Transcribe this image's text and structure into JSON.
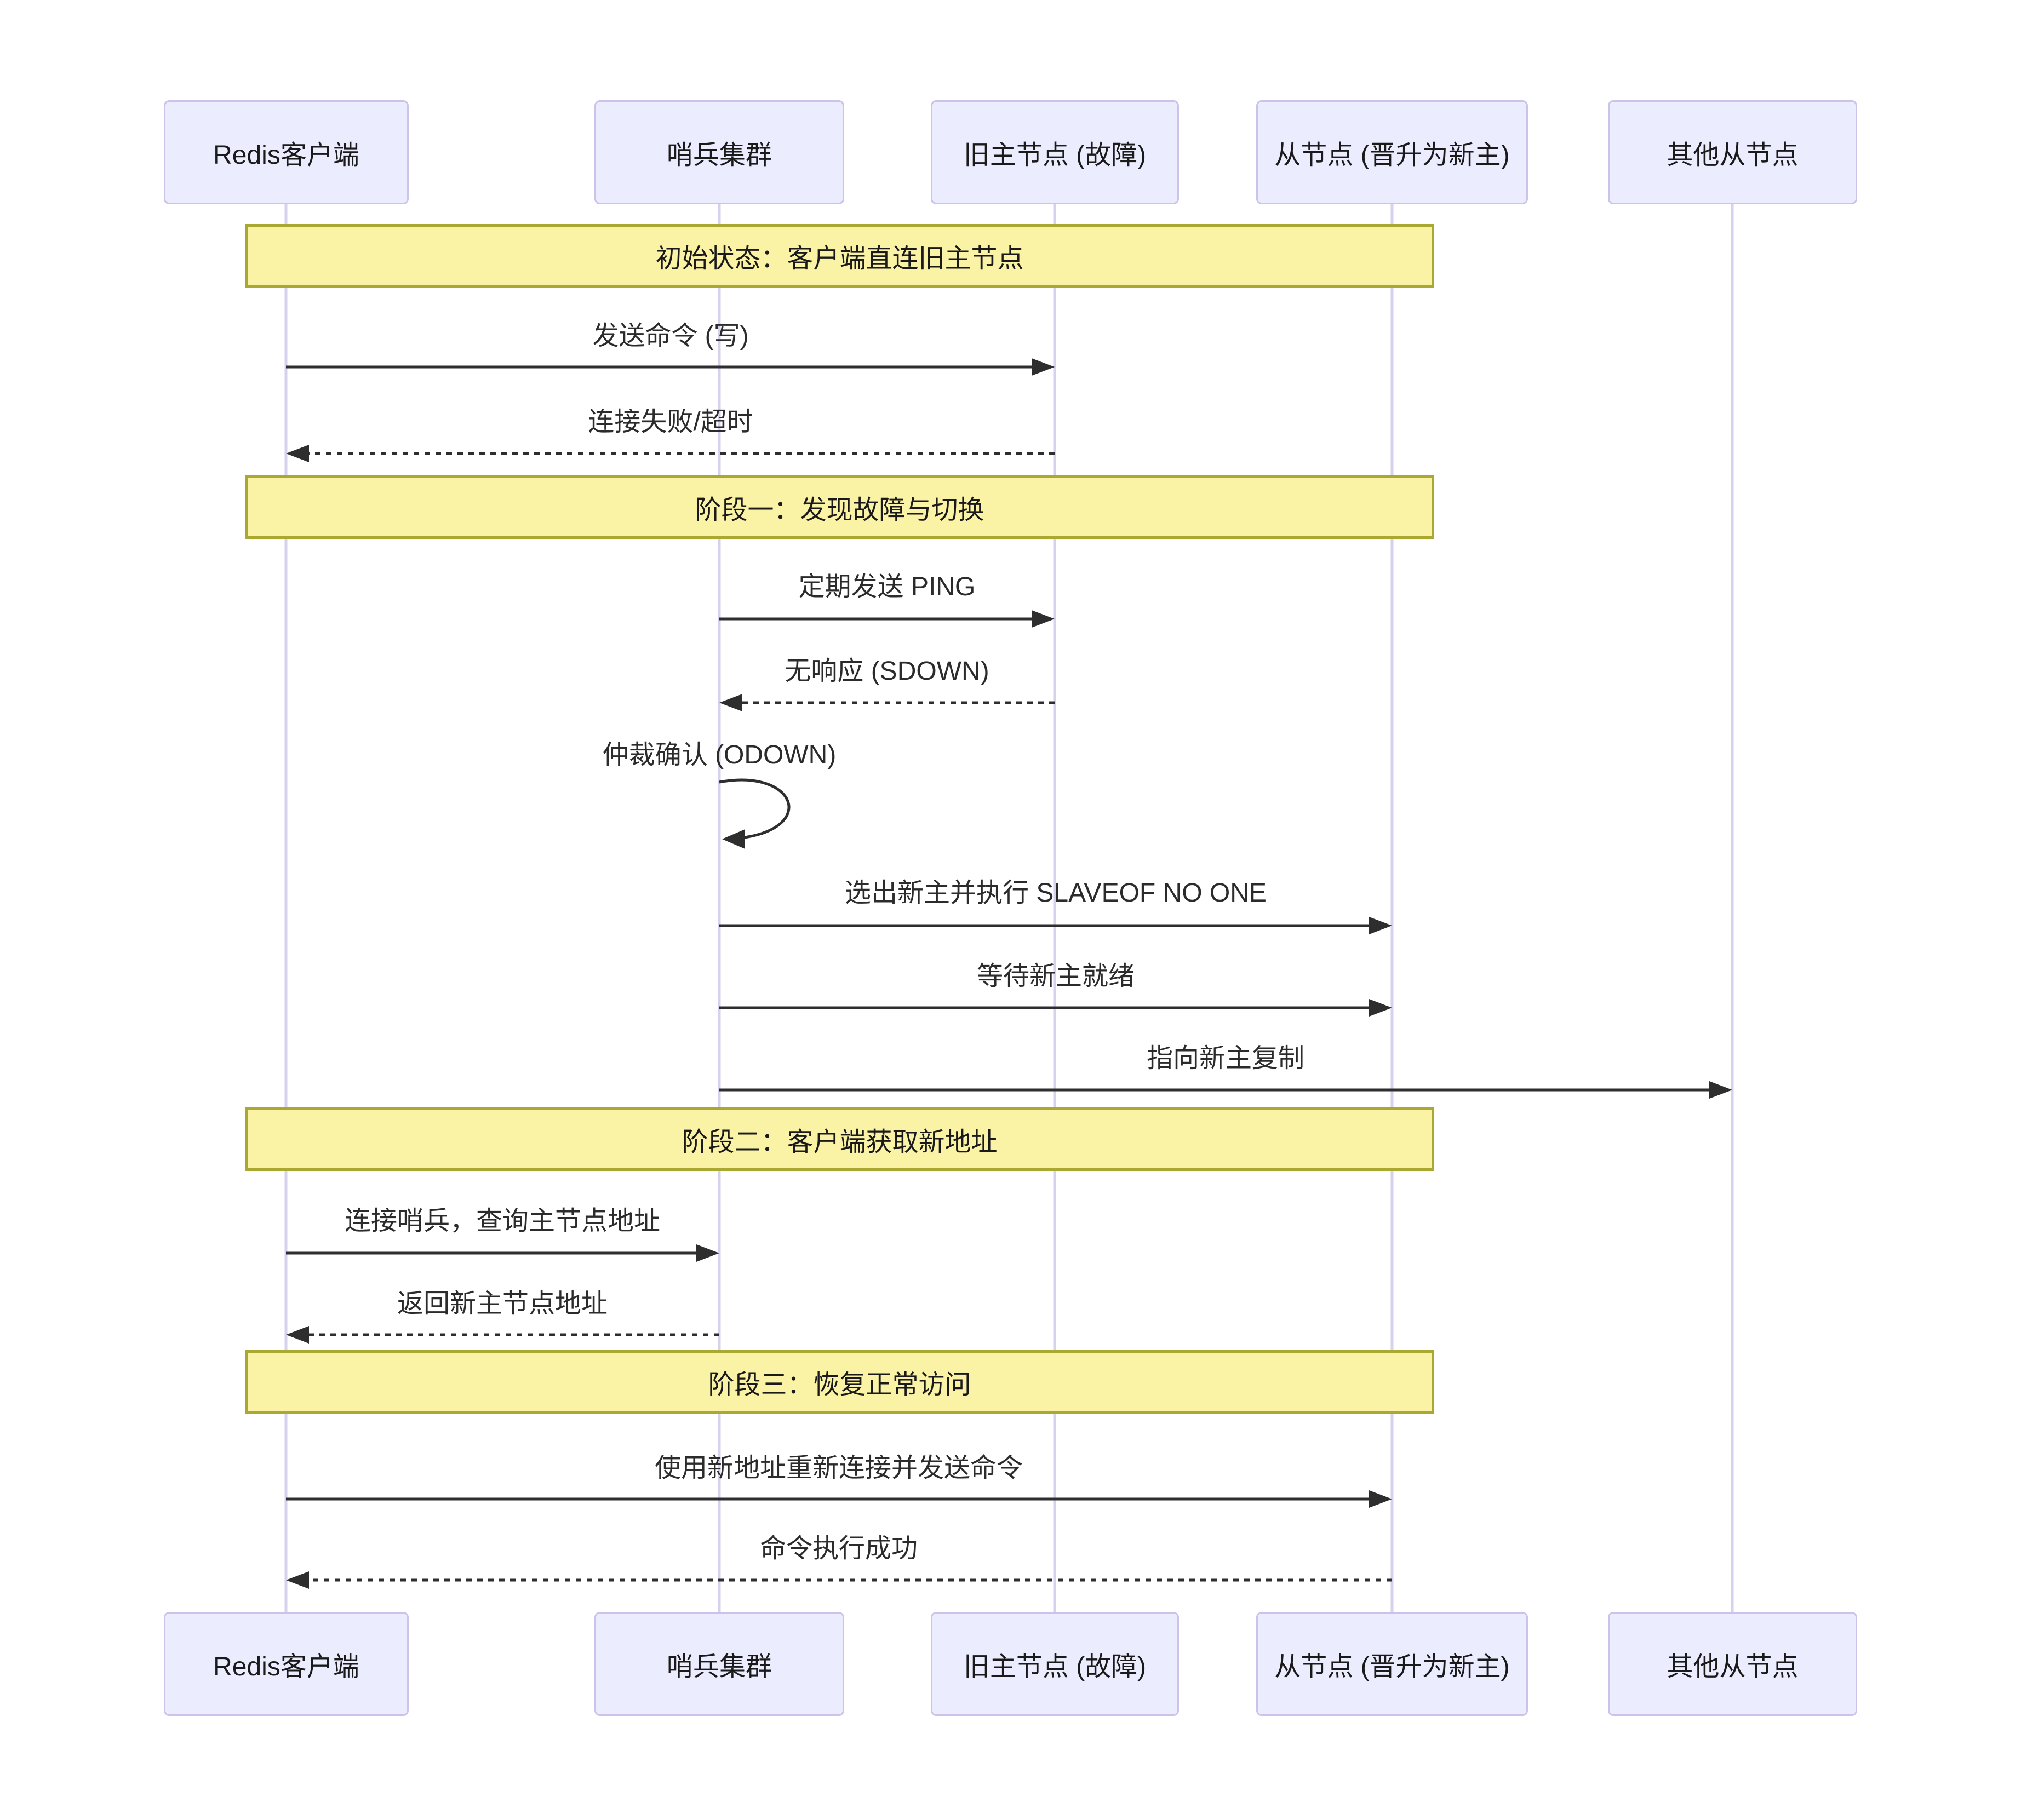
{
  "title": "Redis Sentinel failover sequence diagram",
  "participants": [
    {
      "id": "redis-client",
      "label": "Redis客户端"
    },
    {
      "id": "sentinel",
      "label": "哨兵集群"
    },
    {
      "id": "old-master",
      "label": "旧主节点 (故障)"
    },
    {
      "id": "new-master",
      "label": "从节点 (晋升为新主)"
    },
    {
      "id": "other-slaves",
      "label": "其他从节点"
    }
  ],
  "banners": [
    {
      "label": "初始状态：客户端直连旧主节点"
    },
    {
      "label": "阶段一：发现故障与切换"
    },
    {
      "label": "阶段二：客户端获取新地址"
    },
    {
      "label": "阶段三：恢复正常访问"
    }
  ],
  "messages": [
    {
      "label": "发送命令 (写)",
      "from": "redis-client",
      "to": "old-master",
      "line": "solid"
    },
    {
      "label": "连接失败/超时",
      "from": "old-master",
      "to": "redis-client",
      "line": "dashed"
    },
    {
      "label": "定期发送 PING",
      "from": "sentinel",
      "to": "old-master",
      "line": "solid"
    },
    {
      "label": "无响应 (SDOWN)",
      "from": "old-master",
      "to": "sentinel",
      "line": "dashed"
    },
    {
      "label": "仲裁确认 (ODOWN)",
      "from": "sentinel",
      "to": "sentinel",
      "line": "self-loop"
    },
    {
      "label": "选出新主并执行 SLAVEOF NO ONE",
      "from": "sentinel",
      "to": "new-master",
      "line": "solid"
    },
    {
      "label": "等待新主就绪",
      "from": "sentinel",
      "to": "new-master",
      "line": "solid"
    },
    {
      "label": "指向新主复制",
      "from": "sentinel",
      "to": "other-slaves",
      "line": "solid"
    },
    {
      "label": "连接哨兵，查询主节点地址",
      "from": "redis-client",
      "to": "sentinel",
      "line": "solid"
    },
    {
      "label": "返回新主节点地址",
      "from": "sentinel",
      "to": "redis-client",
      "line": "dashed"
    },
    {
      "label": "使用新地址重新连接并发送命令",
      "from": "redis-client",
      "to": "new-master",
      "line": "solid"
    },
    {
      "label": "命令执行成功",
      "from": "new-master",
      "to": "redis-client",
      "line": "dashed"
    }
  ],
  "colors": {
    "actor-fill": "#ECECFF",
    "actor-border": "#CCC3EB",
    "banner-fill": "#FAF3A5",
    "banner-border": "#A9A833",
    "lifeline": "#D7D0EE",
    "arrow": "#2e2e2e"
  }
}
